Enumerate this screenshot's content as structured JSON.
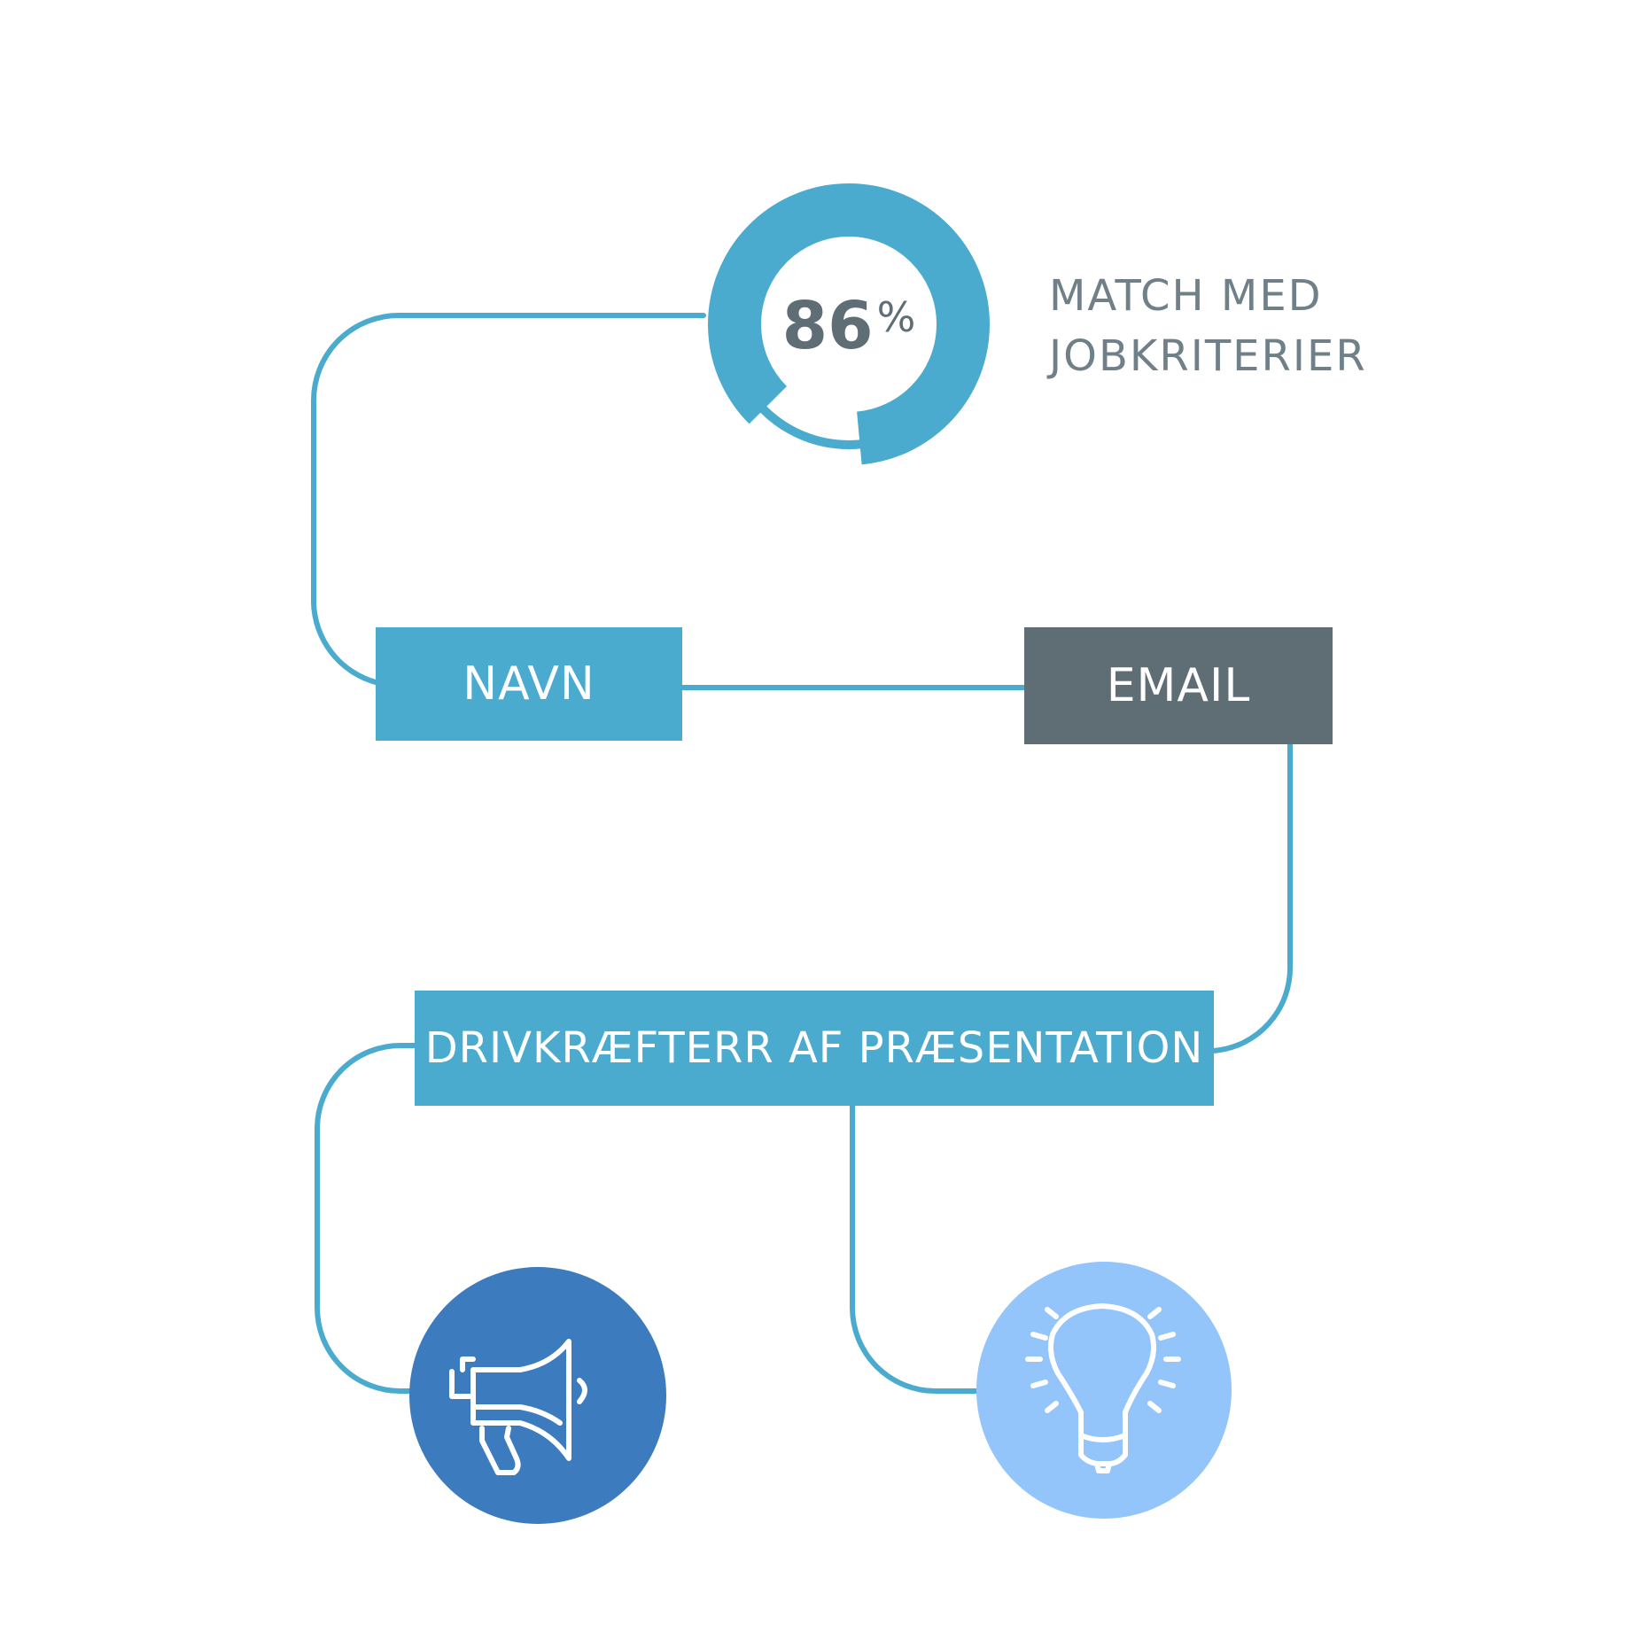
{
  "match": {
    "percent_number": "86",
    "percent_symbol": "%",
    "percent_value": 86,
    "caption_line1": "MATCH MED",
    "caption_line2": "JOBKRITERIER"
  },
  "nodes": {
    "navn": "NAVN",
    "email": "EMAIL",
    "drivers": "DRIVKRÆFTERR AF PRÆSENTATION"
  },
  "icons": {
    "left": "megaphone-icon",
    "right": "light-bulb-icon"
  },
  "colors": {
    "accent": "#4aabcf",
    "dark_gray": "#5f6d75",
    "text_gray": "#6f8088",
    "megaphone_bg": "#3d7bbf",
    "bulb_bg": "#93c5fb",
    "white": "#ffffff"
  }
}
